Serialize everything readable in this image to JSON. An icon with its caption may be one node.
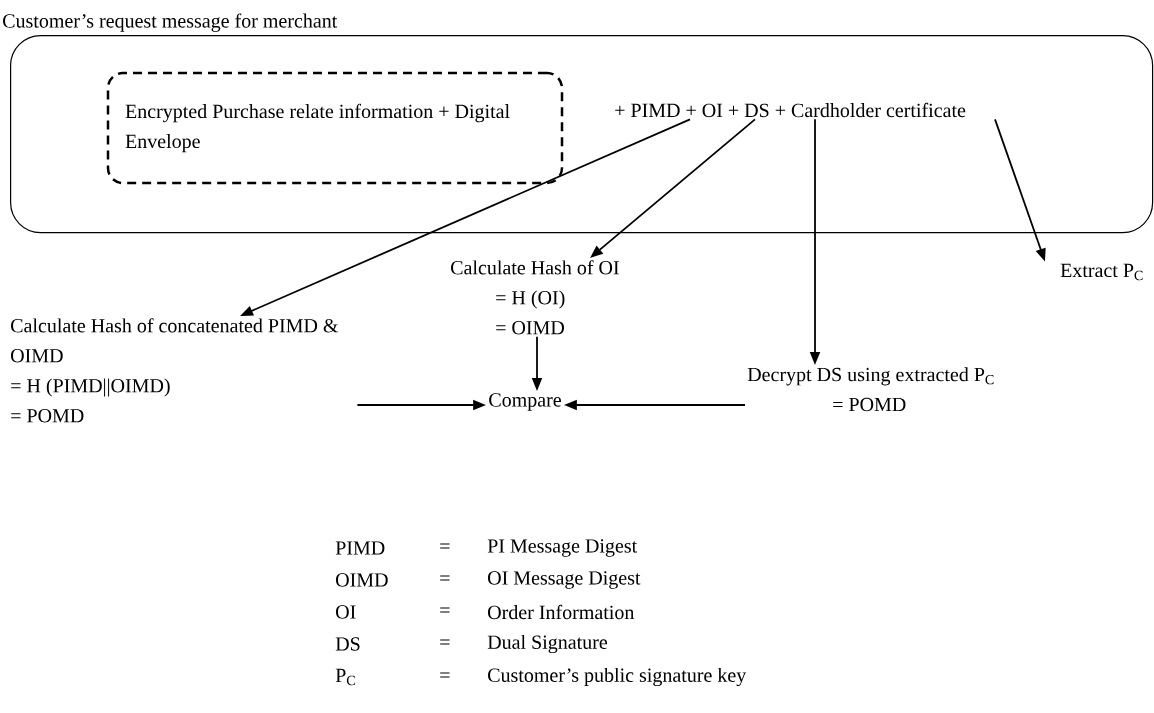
{
  "diagram": {
    "nodes": [
      {
        "text": [
          "Customer’s request message for merchant"
        ]
      },
      {
        "text": [
          "Encrypted Purchase relate information + Digital Envelope"
        ],
        "in": 0
      },
      {
        "text": [
          "+ PIMD + OI + DS + Cardholder certificate"
        ],
        "in": 0
      },
      {
        "text": [
          "Calculate Hash of concatenated PIMD & OIMD",
          "= H (PIMD||OIMD)",
          "= POMD"
        ]
      },
      {
        "text": [
          "Calculate Hash of OI",
          "= H (OI)",
          "= OIMD"
        ]
      },
      {
        "text": [
          "Extract P$_{C}$"
        ]
      },
      {
        "text": [
          "Decrypt DS using extracted P$_{C}$",
          "= POMD"
        ]
      },
      {
        "text": [
          "Compare"
        ]
      }
    ],
    "edges": [
      {
        "from": 2,
        "to": 3,
        "arrow": "to"
      },
      {
        "from": 2,
        "to": 4,
        "arrow": "to"
      },
      {
        "from": 2,
        "to": 6,
        "arrow": "to"
      },
      {
        "from": 2,
        "to": 5,
        "arrow": "to"
      },
      {
        "from": 4,
        "to": 7,
        "arrow": "to"
      },
      {
        "from": 3,
        "to": 7,
        "arrow": "to"
      },
      {
        "from": 6,
        "to": 7,
        "arrow": "to"
      }
    ],
    "labels": [
      "PIMD",
      "=",
      "PI Message Digest",
      "OIMD",
      "=",
      "OI Message Digest",
      "OI",
      "=",
      "Order Information",
      "DS",
      "=",
      "Dual Signature",
      "P$_{C}$",
      "=",
      "Customer’s public signature key"
    ]
  }
}
